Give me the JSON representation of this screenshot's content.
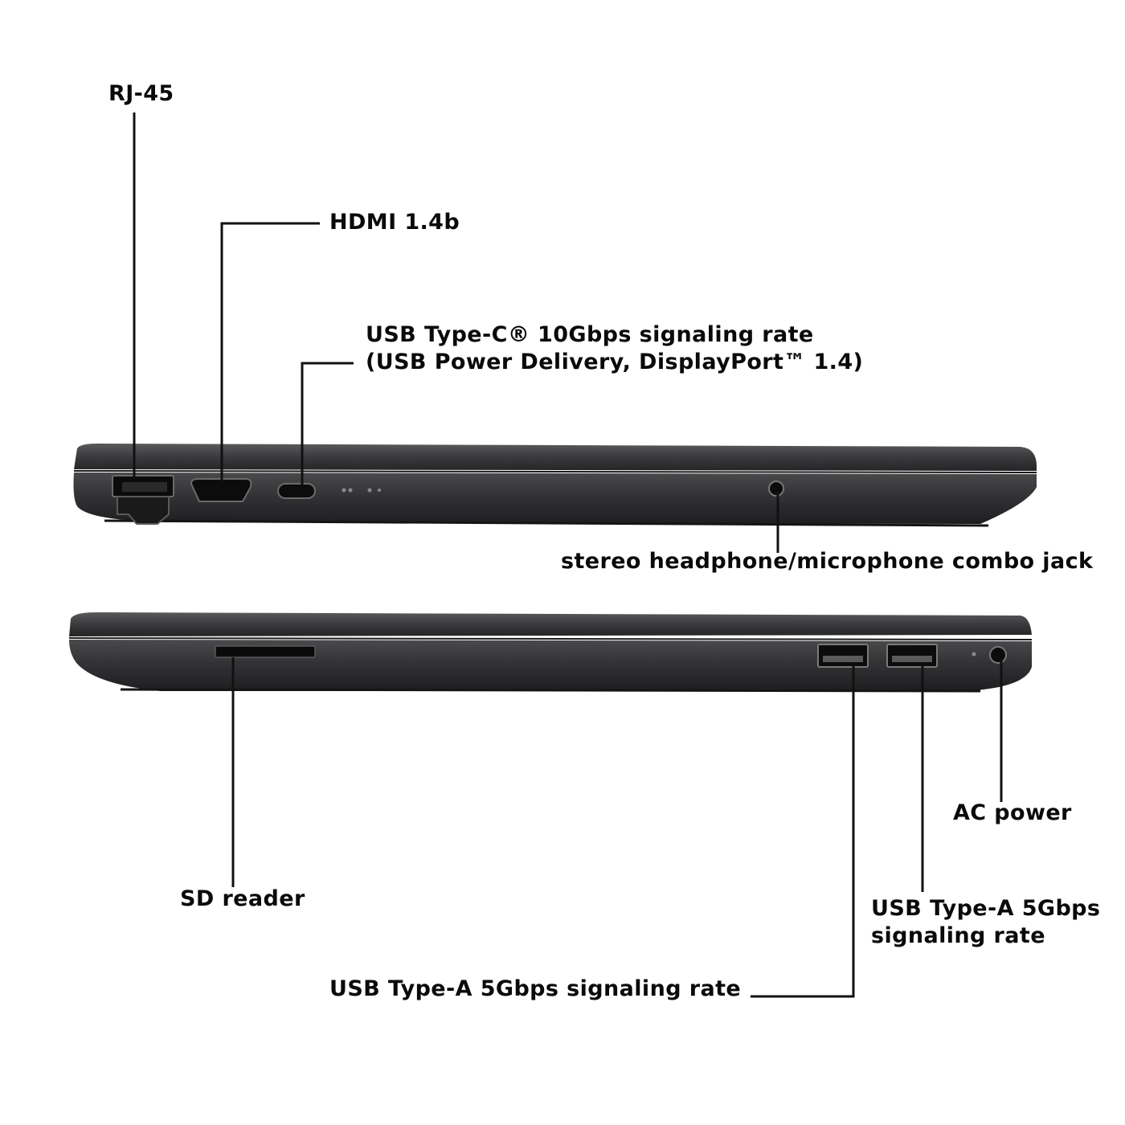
{
  "left_side": {
    "labels": {
      "rj45": "RJ-45",
      "hdmi": "HDMI 1.4b",
      "usbc_line1": "USB Type-C® 10Gbps signaling rate",
      "usbc_line2": "(USB Power Delivery, DisplayPort™ 1.4)",
      "combo_jack": "stereo headphone/microphone combo jack"
    }
  },
  "right_side": {
    "labels": {
      "sd_reader": "SD reader",
      "usb_a_1": "USB Type-A 5Gbps signaling rate",
      "usb_a_2_line1": "USB Type-A 5Gbps",
      "usb_a_2_line2": "signaling rate",
      "ac_power": "AC power"
    }
  },
  "colors": {
    "chassis_dark": "#2a2a2c",
    "chassis_mid": "#3c3c3f",
    "port_black": "#0c0c0c",
    "leader_line": "#111111",
    "background": "#ffffff"
  }
}
